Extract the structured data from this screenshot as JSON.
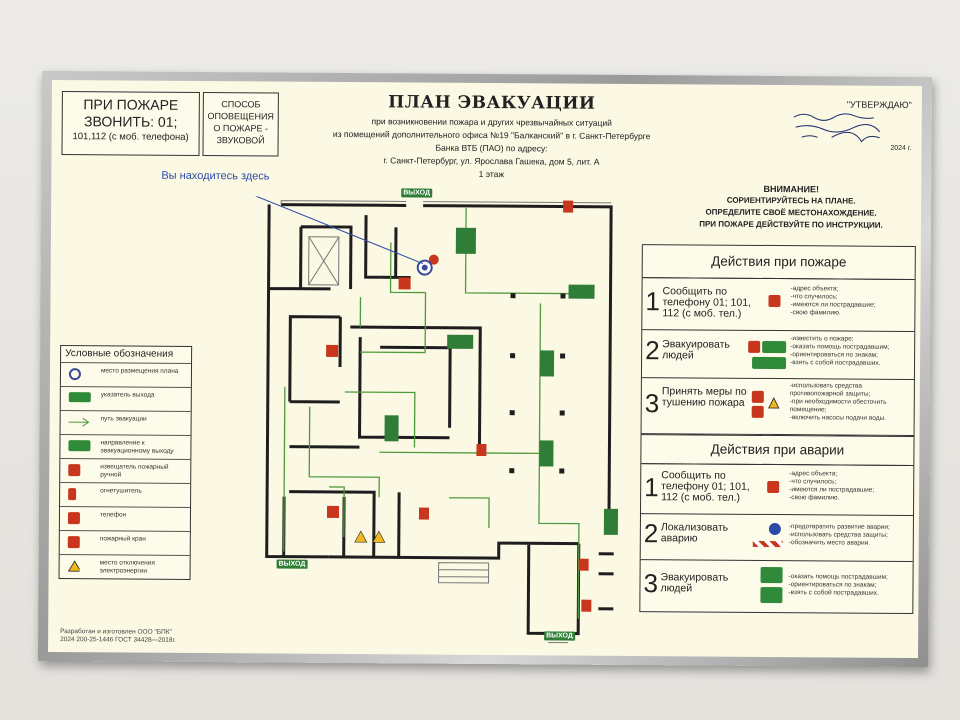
{
  "header": {
    "fire_call_title": "ПРИ ПОЖАРЕ",
    "fire_call_number": "ЗВОНИТЬ: 01;",
    "fire_call_mobile": "101,112 (с моб. телефона)",
    "alert_method_l1": "СПОСОБ",
    "alert_method_l2": "ОПОВЕЩЕНИЯ",
    "alert_method_l3": "О ПОЖАРЕ -",
    "alert_method_l4": "ЗВУКОВОЙ"
  },
  "title": {
    "main": "ПЛАН ЭВАКУАЦИИ",
    "line1": "при возникновении пожара и других чрезвычайных ситуаций",
    "line2": "из помещений дополнительного офиса №19 \"Балканский\" в г. Санкт-Петербурге",
    "line3": "Банка ВТБ (ПАО) по адресу:",
    "line4": "г. Санкт-Петербург,  ул. Ярослава Гашека, дом 5, лит. А",
    "line5": "1 этаж"
  },
  "approval": {
    "label": "\"УТВЕРЖДАЮ\"",
    "year": "2024 г."
  },
  "you_are_here": "Вы находитесь здесь",
  "attention": {
    "title": "ВНИМАНИЕ!",
    "l1": "СОРИЕНТИРУЙТЕСЬ НА ПЛАНЕ.",
    "l2": "ОПРЕДЕЛИТЕ СВОЁ МЕСТОНАХОЖДЕНИЕ.",
    "l3": "ПРИ ПОЖАРЕ ДЕЙСТВУЙТЕ ПО ИНСТРУКЦИИ."
  },
  "fire_actions": {
    "title": "Действия при пожаре",
    "steps": [
      {
        "num": "1",
        "text": "Сообщить по телефону 01; 101, 112 (с моб. тел.)",
        "notes": [
          "-адрес объекта;",
          "-что случилось;",
          "-имеются ли пострадавшие;",
          "-свою фамилию."
        ]
      },
      {
        "num": "2",
        "text": "Эвакуировать людей",
        "notes": [
          "-известить о пожаре;",
          "-оказать помощь пострадавшим;",
          "-ориентироваться по знакам;",
          "-взять с собой пострадавших."
        ]
      },
      {
        "num": "3",
        "text": "Принять меры по тушению пожара",
        "notes": [
          "-использовать средства",
          "противопожарной защиты;",
          "-при необходимости обесточить",
          "помещение;",
          "-включить насосы подачи воды."
        ]
      }
    ]
  },
  "accident_actions": {
    "title": "Действия при аварии",
    "steps": [
      {
        "num": "1",
        "text": "Сообщить по телефону 01; 101, 112 (с моб. тел.)",
        "notes": [
          "-адрес объекта;",
          "-что случилось;",
          "-имеются ли пострадавшие;",
          "-свою фамилию."
        ]
      },
      {
        "num": "2",
        "text": "Локализовать аварию",
        "notes": [
          "-предотвратить развитие аварии;",
          "-использовать средства защиты;",
          "-обозначить место аварии."
        ]
      },
      {
        "num": "3",
        "text": "Эвакуировать людей",
        "notes": [
          "-оказать помощь пострадавшим;",
          "-ориентироваться по знакам;",
          "-взять с собой пострадавших."
        ]
      }
    ]
  },
  "legend": {
    "title": "Условные обозначения",
    "items": [
      {
        "icon": "plan-location-icon",
        "label": "место размещения плана"
      },
      {
        "icon": "exit-sign-icon",
        "label": "указатель выхода"
      },
      {
        "icon": "evacuation-path-icon",
        "label": "путь эвакуации"
      },
      {
        "icon": "evacuation-direction-icon",
        "label": "направление к эвакуационному выходу"
      },
      {
        "icon": "fire-alarm-button-icon",
        "label": "извещатель пожарный ручной"
      },
      {
        "icon": "fire-extinguisher-icon",
        "label": "огнетушитель"
      },
      {
        "icon": "telephone-icon",
        "label": "телефон"
      },
      {
        "icon": "fire-hydrant-icon",
        "label": "пожарный кран"
      },
      {
        "icon": "power-off-icon",
        "label": "место отключения электроэнергии"
      }
    ]
  },
  "plan": {
    "exit_label": "ВЫХОД"
  },
  "footer": {
    "l1": "Разработан и изготовлен ООО \"БПК\"",
    "l2": "2024 200-25-1446 ГОСТ 34428—2018г."
  },
  "colors": {
    "exit_green": "#2f7d36",
    "alarm_red": "#c8361e",
    "path_green": "#4f9a3c",
    "wall": "#1e1e1e",
    "paper": "#fbf8e3"
  }
}
